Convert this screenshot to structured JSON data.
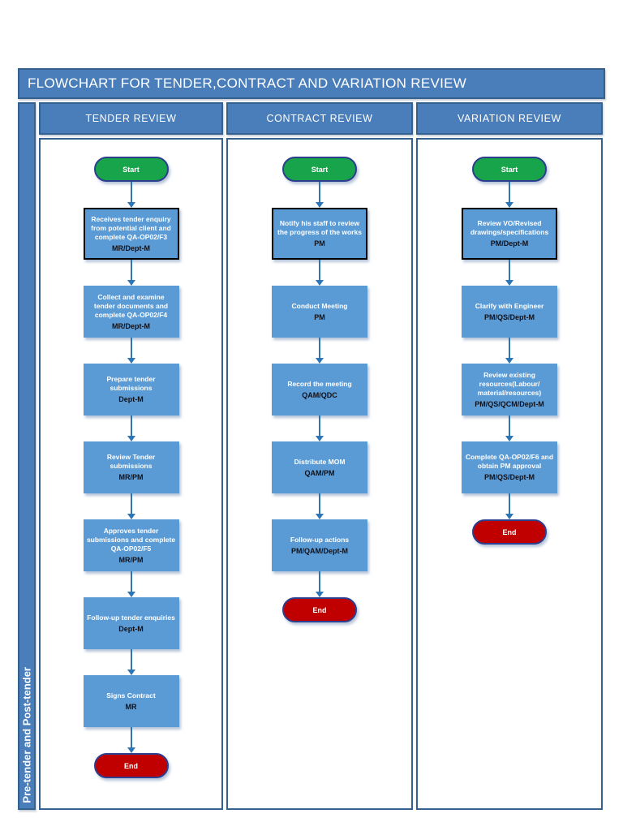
{
  "page": {
    "title": "FLOWCHART FOR TENDER,CONTRACT AND VARIATION REVIEW",
    "sidebar_label": "Pre-tender and Post-tender"
  },
  "colors": {
    "band_blue": "#4A7EBB",
    "frame_line": "#35618F",
    "process_box": "#5B9BD5",
    "arrow": "#2E75B6",
    "start_green": "#18A44B",
    "end_red": "#C00000",
    "pill_border": "#2E3E8F"
  },
  "columns": [
    {
      "header": "TENDER REVIEW",
      "nodes": [
        {
          "type": "start",
          "label": "Start"
        },
        {
          "type": "process",
          "highlight": true,
          "text": "Receives tender enquiry from potential client and complete QA-OP02/F3",
          "role": "MR/Dept-M"
        },
        {
          "type": "process",
          "text": "Collect and examine tender documents and complete QA-OP02/F4",
          "role": "MR/Dept-M"
        },
        {
          "type": "process",
          "text": "Prepare tender submissions",
          "role": "Dept-M"
        },
        {
          "type": "process",
          "text": "Review Tender submissions",
          "role": "MR/PM"
        },
        {
          "type": "process",
          "text": "Approves tender submissions and complete QA-OP02/F5",
          "role": "MR/PM"
        },
        {
          "type": "process",
          "text": "Follow-up tender enquiries",
          "role": "Dept-M"
        },
        {
          "type": "process",
          "text": "Signs Contract",
          "role": "MR"
        },
        {
          "type": "end",
          "label": "End"
        }
      ]
    },
    {
      "header": "CONTRACT REVIEW",
      "nodes": [
        {
          "type": "start",
          "label": "Start"
        },
        {
          "type": "process",
          "highlight": true,
          "text": "Notify his staff to review the progress of the works",
          "role": "PM"
        },
        {
          "type": "process",
          "text": "Conduct Meeting",
          "role": "PM"
        },
        {
          "type": "process",
          "text": "Record the meeting",
          "role": "QAM/QDC"
        },
        {
          "type": "process",
          "text": "Distribute MOM",
          "role": "QAM/PM"
        },
        {
          "type": "process",
          "text": "Follow-up actions",
          "role": "PM/QAM/Dept-M"
        },
        {
          "type": "end",
          "label": "End"
        }
      ]
    },
    {
      "header": "VARIATION REVIEW",
      "nodes": [
        {
          "type": "start",
          "label": "Start"
        },
        {
          "type": "process",
          "highlight": true,
          "text": "Review VO/Revised drawings/specifications",
          "role": "PM/Dept-M"
        },
        {
          "type": "process",
          "text": "Clarify with Engineer",
          "role": "PM/QS/Dept-M"
        },
        {
          "type": "process",
          "text": "Review existing resources(Labour/ material/resources)",
          "role": "PM/QS/QCM/Dept-M"
        },
        {
          "type": "process",
          "text": "Complete QA-OP02/F6 and obtain PM approval",
          "role": "PM/QS/Dept-M"
        },
        {
          "type": "end",
          "label": "End"
        }
      ]
    }
  ]
}
